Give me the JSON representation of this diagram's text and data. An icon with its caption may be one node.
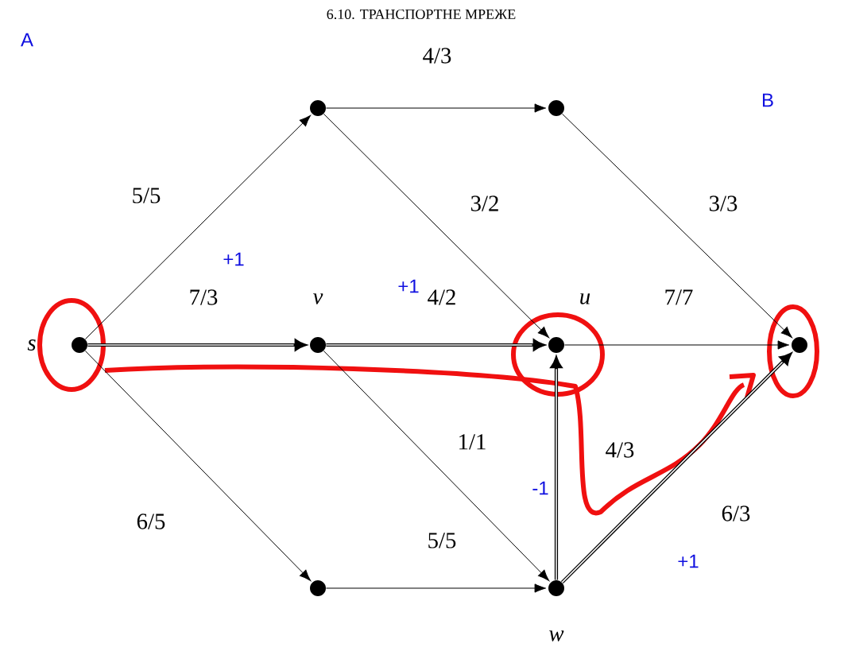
{
  "diagram": {
    "title": "6.10. ТРАНСПОРТНЕ МРЕЖЕ",
    "nodes": [
      {
        "text": [],
        "shape": "circle",
        "beside": [
          "s"
        ]
      },
      {
        "text": [],
        "shape": "circle"
      },
      {
        "text": [],
        "shape": "circle"
      },
      {
        "text": [],
        "shape": "circle",
        "beside": [
          "v"
        ]
      },
      {
        "text": [],
        "shape": "circle",
        "beside": [
          "u"
        ]
      },
      {
        "text": [],
        "shape": "circle"
      },
      {
        "text": [],
        "shape": "circle"
      },
      {
        "text": [],
        "shape": "circle",
        "beside": [
          "w"
        ]
      }
    ],
    "edges": [
      {
        "from": 0,
        "to": 1,
        "arrow": "to",
        "label": "5/5"
      },
      {
        "from": 1,
        "to": 2,
        "arrow": "to",
        "label": "4/3"
      },
      {
        "from": 1,
        "to": 4,
        "arrow": "to",
        "label": "3/2"
      },
      {
        "from": 2,
        "to": 5,
        "arrow": "to",
        "label": "3/3"
      },
      {
        "from": 0,
        "to": 3,
        "arrow": "to",
        "label": "7/3",
        "style": "thick"
      },
      {
        "from": 3,
        "to": 4,
        "arrow": "to",
        "label": "4/2",
        "style": "thick"
      },
      {
        "from": 4,
        "to": 5,
        "arrow": "to",
        "label": "7/7"
      },
      {
        "from": 3,
        "to": 7,
        "arrow": "to",
        "label": "1/1"
      },
      {
        "from": 0,
        "to": 6,
        "arrow": "to",
        "label": "6/5"
      },
      {
        "from": 6,
        "to": 7,
        "arrow": "to",
        "label": "5/5"
      },
      {
        "from": 7,
        "to": 4,
        "arrow": "to",
        "label": "4/3",
        "style": "thick"
      },
      {
        "from": 7,
        "to": 5,
        "arrow": "to",
        "label": "6/3",
        "style": "thick"
      }
    ],
    "labels": [
      "A",
      "B",
      "+1",
      "+1",
      "-1",
      "+1"
    ]
  }
}
